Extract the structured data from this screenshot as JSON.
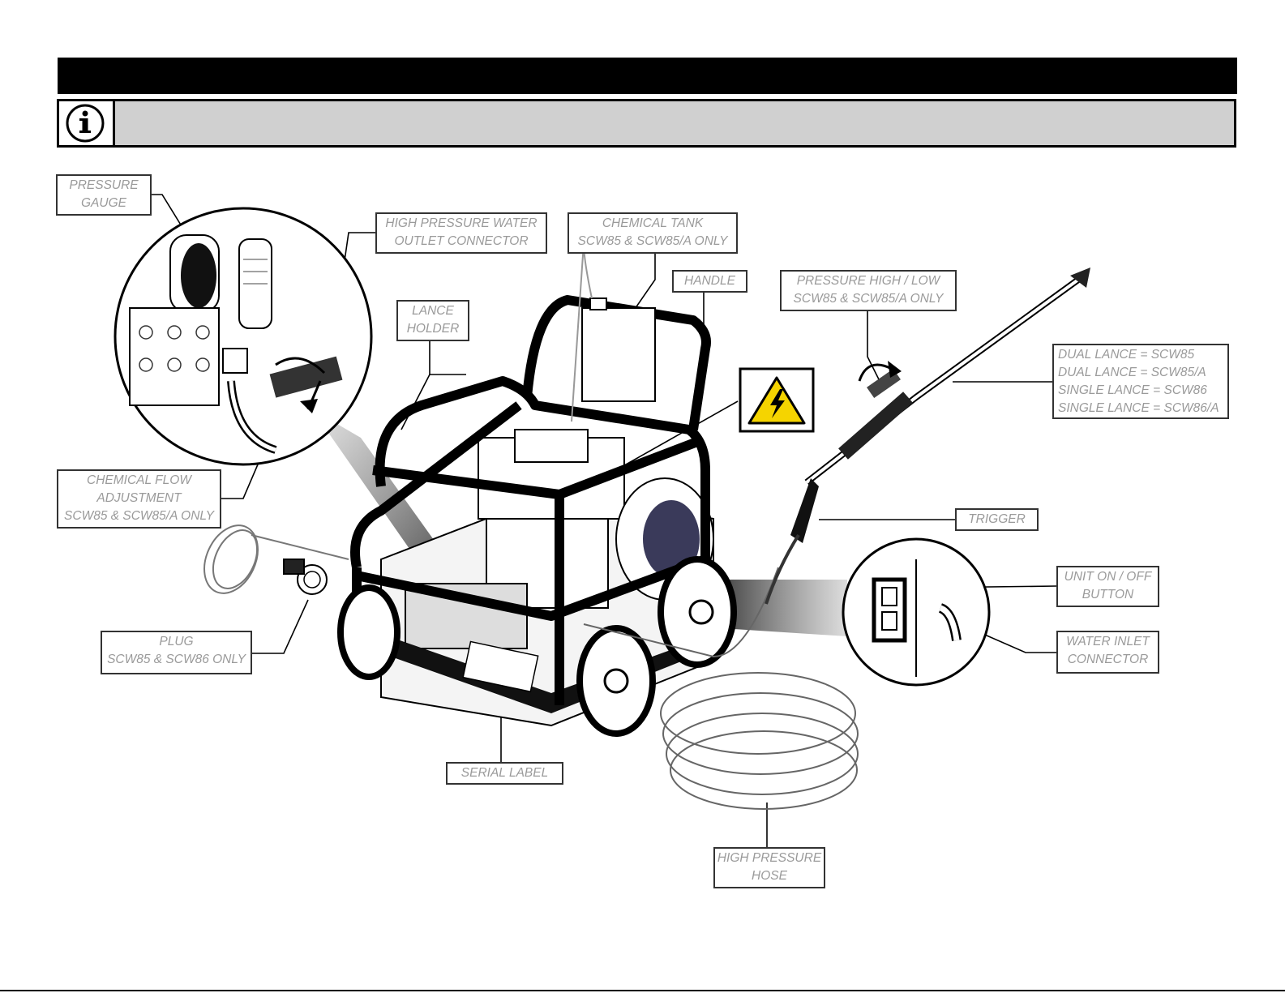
{
  "labels": {
    "pressure_gauge": [
      "PRESSURE",
      "GAUGE"
    ],
    "hp_outlet": [
      "HIGH PRESSURE WATER",
      "OUTLET CONNECTOR"
    ],
    "chemical_tank": [
      "CHEMICAL TANK",
      "SCW85 & SCW85/A ONLY"
    ],
    "handle": [
      "HANDLE"
    ],
    "pressure_hilo": [
      "PRESSURE HIGH / LOW",
      "SCW85 & SCW85/A ONLY"
    ],
    "lance_holder": [
      "LANCE",
      "HOLDER"
    ],
    "lance_variants": [
      "DUAL LANCE = SCW85",
      "DUAL LANCE = SCW85/A",
      "SINGLE LANCE = SCW86",
      "SINGLE LANCE = SCW86/A"
    ],
    "chem_flow": [
      "CHEMICAL FLOW",
      "ADJUSTMENT",
      "SCW85 & SCW85/A ONLY"
    ],
    "trigger": [
      "TRIGGER"
    ],
    "unit_onoff": [
      "UNIT ON / OFF",
      "BUTTON"
    ],
    "plug": [
      "PLUG",
      "SCW85 & SCW86 ONLY"
    ],
    "water_inlet": [
      "WATER INLET",
      "CONNECTOR"
    ],
    "serial_label": [
      "SERIAL LABEL"
    ],
    "hp_hose": [
      "HIGH PRESSURE",
      "HOSE"
    ]
  },
  "icons": {
    "info": "info-icon",
    "warning": "electrical-hazard-icon"
  },
  "colors": {
    "header_bar": "#000000",
    "info_bar": "#d0d0d0",
    "label_text": "#9a9a9a",
    "warning_yellow": "#f5d400"
  }
}
